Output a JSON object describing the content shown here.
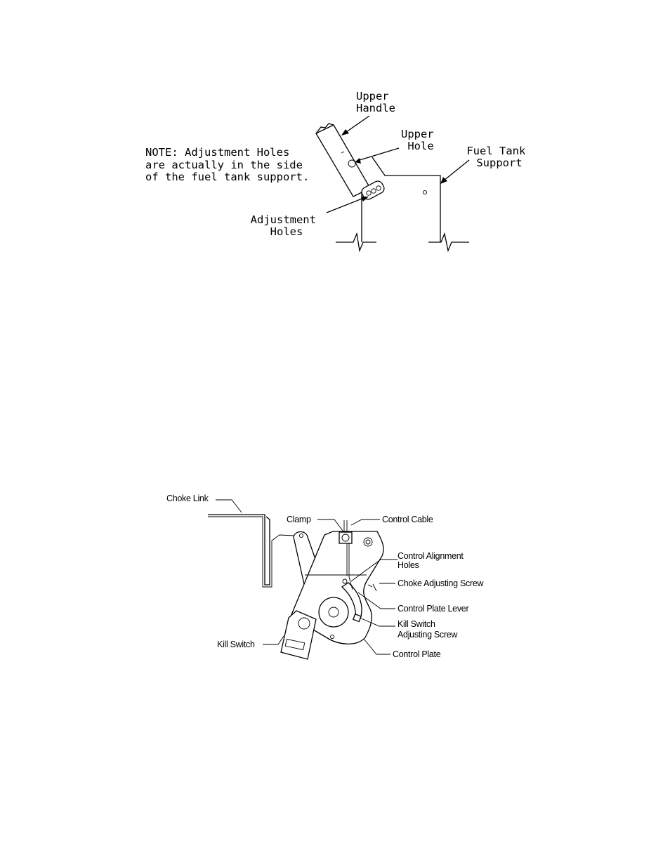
{
  "figure1": {
    "labels": {
      "upper_handle": [
        "Upper",
        "Handle"
      ],
      "upper_hole": [
        "Upper",
        "Hole"
      ],
      "fuel_tank_support": [
        "Fuel Tank",
        "Support"
      ],
      "adjustment_holes": [
        "Adjustment",
        "Holes"
      ]
    },
    "note": [
      "NOTE: Adjustment Holes",
      "are actually in the side",
      "of the fuel tank support."
    ]
  },
  "figure2": {
    "labels": {
      "choke_link": "Choke Link",
      "clamp": "Clamp",
      "control_cable": "Control Cable",
      "control_alignment_holes": [
        "Control Alignment",
        "Holes"
      ],
      "choke_adjusting_screw": "Choke Adjusting Screw",
      "control_plate_lever": "Control Plate Lever",
      "kill_switch_adjusting_screw": [
        "Kill Switch",
        "Adjusting Screw"
      ],
      "kill_switch": "Kill Switch",
      "control_plate": "Control Plate"
    }
  }
}
